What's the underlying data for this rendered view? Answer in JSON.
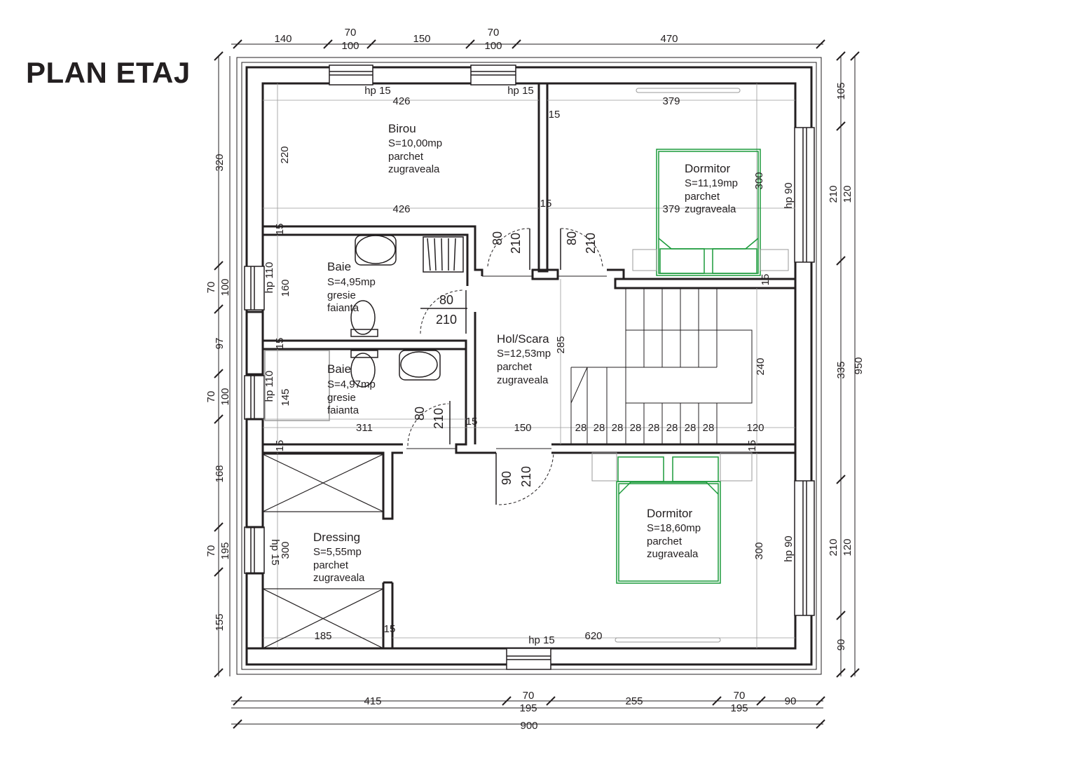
{
  "title": "PLAN ETAJ",
  "colors": {
    "ink": "#231f20",
    "furniture_bed": "#1a9a3a",
    "grey_lines": "#9a9a9a"
  },
  "rooms": [
    {
      "id": "birou",
      "name": "Birou",
      "area": "S=10,00mp",
      "floor": "parchet",
      "walls": "zugraveala"
    },
    {
      "id": "dormitor1",
      "name": "Dormitor",
      "area": "S=11,19mp",
      "floor": "parchet",
      "walls": "zugraveala"
    },
    {
      "id": "baie1",
      "name": "Baie",
      "area": "S=4,95mp",
      "floor": "gresie",
      "walls": "faianta"
    },
    {
      "id": "baie2",
      "name": "Baie",
      "area": "S=4,97mp",
      "floor": "gresie",
      "walls": "faianta"
    },
    {
      "id": "hol",
      "name": "Hol/Scara",
      "area": "S=12,53mp",
      "floor": "parchet",
      "walls": "zugraveala"
    },
    {
      "id": "dressing",
      "name": "Dressing",
      "area": "S=5,55mp",
      "floor": "parchet",
      "walls": "zugraveala"
    },
    {
      "id": "dormitor2",
      "name": "Dormitor",
      "area": "S=18,60mp",
      "floor": "parchet",
      "walls": "zugraveala"
    }
  ],
  "dimensions": {
    "top_outer": [
      "140",
      "70",
      "100",
      "150",
      "70",
      "100",
      "470"
    ],
    "bottom_outer": [
      "415",
      "70",
      "195",
      "255",
      "70",
      "195",
      "90"
    ],
    "bottom_total": "900",
    "left_outer": [
      "320",
      "70",
      "100",
      "97",
      "70",
      "100",
      "168",
      "70",
      "195",
      "155"
    ],
    "right_outer": [
      "105",
      "210",
      "120",
      "335",
      "950",
      "210",
      "120",
      "90"
    ],
    "interior": {
      "birou_top": "426",
      "birou_mid": "426",
      "birou_h": "220",
      "hp15_a": "hp 15",
      "hp15_b": "hp 15",
      "dorm1_w": "379",
      "dorm1_w2": "379",
      "dorm1_h": "300",
      "hp90_a": "hp 90",
      "w15_a": "15",
      "w15_b": "15",
      "w15_c": "15",
      "w15_d": "15",
      "w15_e": "15",
      "w15_f": "15",
      "w15_g": "15",
      "w15_h": "15",
      "w15_i": "15",
      "hp110_a": "hp 110",
      "baie1_h": "160",
      "door80_a": "80",
      "door210_a": "210",
      "door80_b": "80",
      "door210_b": "210",
      "door80_c": "80",
      "door210_c": "210",
      "hp110_b": "hp 110",
      "baie2_h": "145",
      "door80_d": "80",
      "door210_d": "210",
      "hol_h": "285",
      "stair_h": "240",
      "hol_311": "311",
      "hol_150": "150",
      "hol_120": "120",
      "door90": "90",
      "door210_e": "210",
      "dress_h": "300",
      "hp15_c": "hp 15",
      "dress_w": "185",
      "hp15_d": "hp 15",
      "dorm2_w": "620",
      "dorm2_h": "300",
      "hp90_b": "hp 90",
      "stair_treads": [
        "28",
        "28",
        "28",
        "28",
        "28",
        "28",
        "28",
        "28"
      ]
    }
  }
}
